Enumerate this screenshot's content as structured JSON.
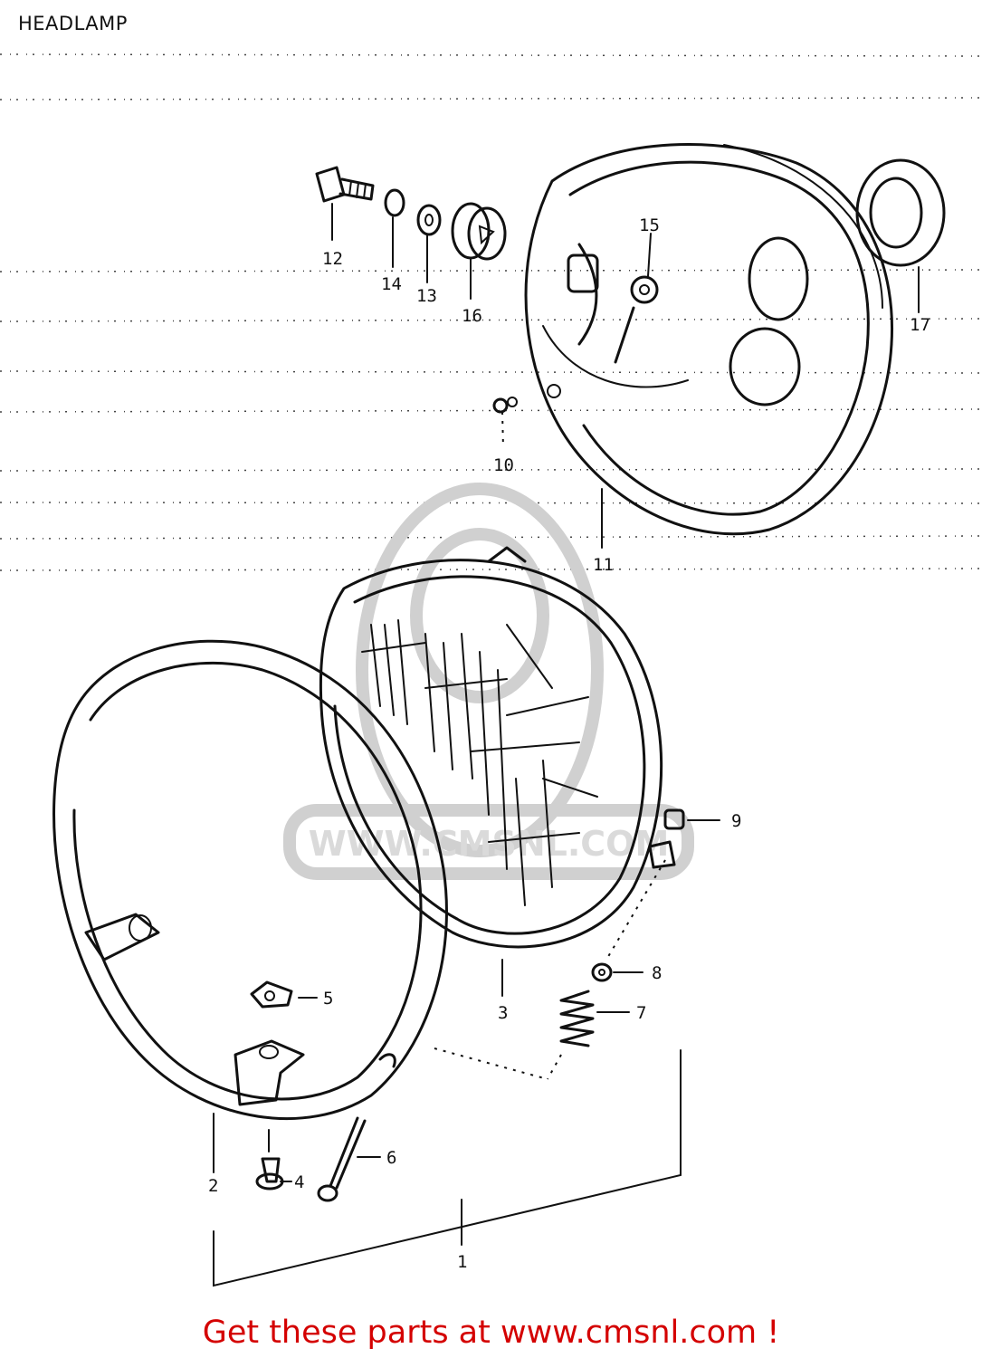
{
  "diagram": {
    "title": "HEADLAMP",
    "callouts": {
      "c1": "1",
      "c2": "2",
      "c3": "3",
      "c4": "4",
      "c5": "5",
      "c6": "6",
      "c7": "7",
      "c8": "8",
      "c9": "9",
      "c10": "10",
      "c11": "11",
      "c12": "12",
      "c13": "13",
      "c14": "14",
      "c15": "15",
      "c16": "16",
      "c17": "17"
    },
    "watermark": "WWW.CMSNL.COM"
  },
  "footer": {
    "text": "Get these parts at www.cmsnl.com !",
    "color": "#d40000"
  }
}
